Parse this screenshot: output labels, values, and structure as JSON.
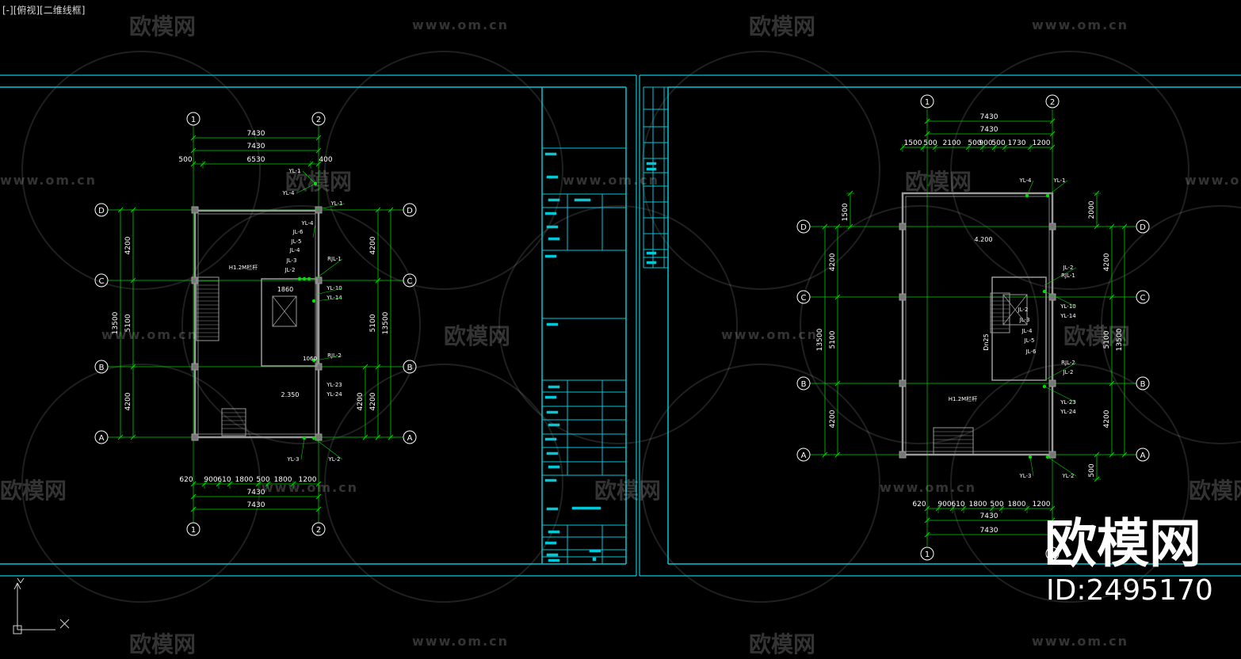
{
  "viewport": {
    "label": "[-][俯视][二维线框]"
  },
  "watermark": {
    "logo_text": "欧模网",
    "url_text": "www.om.cn"
  },
  "brand": {
    "logo_text": "欧模网",
    "id_text": "ID:2495170"
  },
  "colors": {
    "background": "#000000",
    "frame": "#00c8d8",
    "wall": "#9a9a9a",
    "dim": "#00d000",
    "pipe": "#00e000",
    "text": "#ffffff",
    "axis": "#ffffff"
  },
  "sheet1": {
    "grid_cols": [
      "1",
      "2"
    ],
    "grid_rows": [
      "D",
      "C",
      "B",
      "A"
    ],
    "dims_top": [
      "7430",
      "7430",
      "500",
      "6530",
      "400"
    ],
    "dims_bottom": [
      "620",
      "900",
      "610",
      "1800",
      "500",
      "1800",
      "1200",
      "7430",
      "7430"
    ],
    "dims_left": [
      "4200",
      "5100",
      "4200",
      "13500"
    ],
    "dims_right": [
      "4200",
      "5100",
      "4200",
      "13500"
    ],
    "pipe_labels": [
      "YL-1",
      "YL-4",
      "YL-1",
      "YL-4",
      "JL-6",
      "JL-5",
      "JL-4",
      "JL-3",
      "JL-2",
      "RJL-1",
      "YL-10",
      "YL-14",
      "RJL-2",
      "YL-23",
      "YL-24",
      "YL-3",
      "YL-2"
    ],
    "notes": [
      "H1.2M栏杆",
      "1860",
      "2.350",
      "1060"
    ]
  },
  "sheet2": {
    "grid_cols": [
      "1",
      "2"
    ],
    "grid_rows": [
      "D",
      "C",
      "B",
      "A"
    ],
    "dims_top": [
      "7430",
      "7430",
      "1500",
      "500",
      "2100",
      "500",
      "900",
      "500",
      "1730",
      "1200"
    ],
    "dims_bottom": [
      "620",
      "900",
      "610",
      "1800",
      "500",
      "1800",
      "1200",
      "7430",
      "7430"
    ],
    "dims_left": [
      "1500",
      "4200",
      "5100",
      "4200",
      "13500"
    ],
    "dims_right": [
      "2000",
      "4200",
      "5100",
      "4200",
      "13500",
      "500"
    ],
    "pipe_labels": [
      "YL-4",
      "YL-1",
      "JL-2",
      "RJL-1",
      "YL-10",
      "YL-14",
      "JL-2",
      "JL-3",
      "JL-4",
      "JL-5",
      "JL-6",
      "RJL-2",
      "JL-2",
      "YL-23",
      "YL-24",
      "YL-3",
      "YL-2"
    ],
    "notes": [
      "4.200",
      "H1.2M栏杆",
      "Dn25"
    ]
  }
}
